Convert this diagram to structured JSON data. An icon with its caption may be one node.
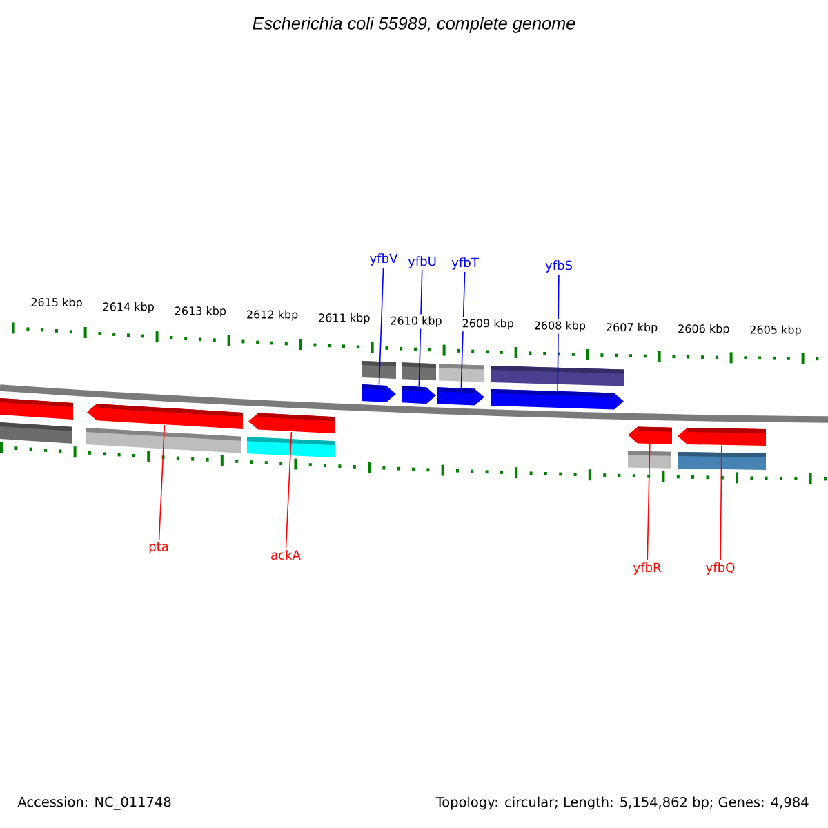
{
  "diagram": {
    "title": "Escherichia coli 55989, complete genome",
    "nodes": [
      {
        "text": [
          "yfbV"
        ]
      },
      {
        "text": [
          "yfbU"
        ]
      },
      {
        "text": [
          "yfbT"
        ]
      },
      {
        "text": [
          "yfbS"
        ]
      },
      {
        "text": [
          "pta"
        ]
      },
      {
        "text": [
          "ackA"
        ]
      },
      {
        "text": [
          "yfbR"
        ]
      },
      {
        "text": [
          "yfbQ"
        ]
      },
      {
        "text": [],
        "shape": "box"
      },
      {
        "text": [],
        "shape": "pentagon"
      },
      {
        "text": [],
        "shape": "pentagon"
      },
      {
        "text": [],
        "shape": "pentagon"
      },
      {
        "text": [],
        "shape": "pentagon"
      },
      {
        "text": [],
        "shape": "pentagon"
      },
      {
        "text": [],
        "shape": "pentagon"
      },
      {
        "text": [],
        "shape": "pentagon"
      },
      {
        "text": [],
        "shape": "pentagon"
      }
    ],
    "edges": [
      {
        "from": 0,
        "to": 11,
        "arrow": "none",
        "color": "#0000ff"
      },
      {
        "from": 1,
        "to": 12,
        "arrow": "none",
        "color": "#0000ff"
      },
      {
        "from": 2,
        "to": 13,
        "arrow": "none",
        "color": "#0000ff"
      },
      {
        "from": 3,
        "to": 14,
        "arrow": "none",
        "color": "#0000ff"
      },
      {
        "from": 4,
        "to": 9,
        "arrow": "none",
        "color": "#ff0000"
      },
      {
        "from": 5,
        "to": 10,
        "arrow": "none",
        "color": "#ff0000"
      },
      {
        "from": 6,
        "to": 15,
        "arrow": "none",
        "color": "#ff0000"
      },
      {
        "from": 7,
        "to": 16,
        "arrow": "none",
        "color": "#ff0000"
      }
    ],
    "labels": [
      "2615 kbp",
      "2614 kbp",
      "2613 kbp",
      "2612 kbp",
      "2611 kbp",
      "2610 kbp",
      "2609 kbp",
      "2608 kbp",
      "2607 kbp",
      "2606 kbp",
      "2605 kbp",
      "Accession: NC_011748",
      "Topology: circular; Length: 5,154,862 bp; Genes: 4,984"
    ]
  }
}
